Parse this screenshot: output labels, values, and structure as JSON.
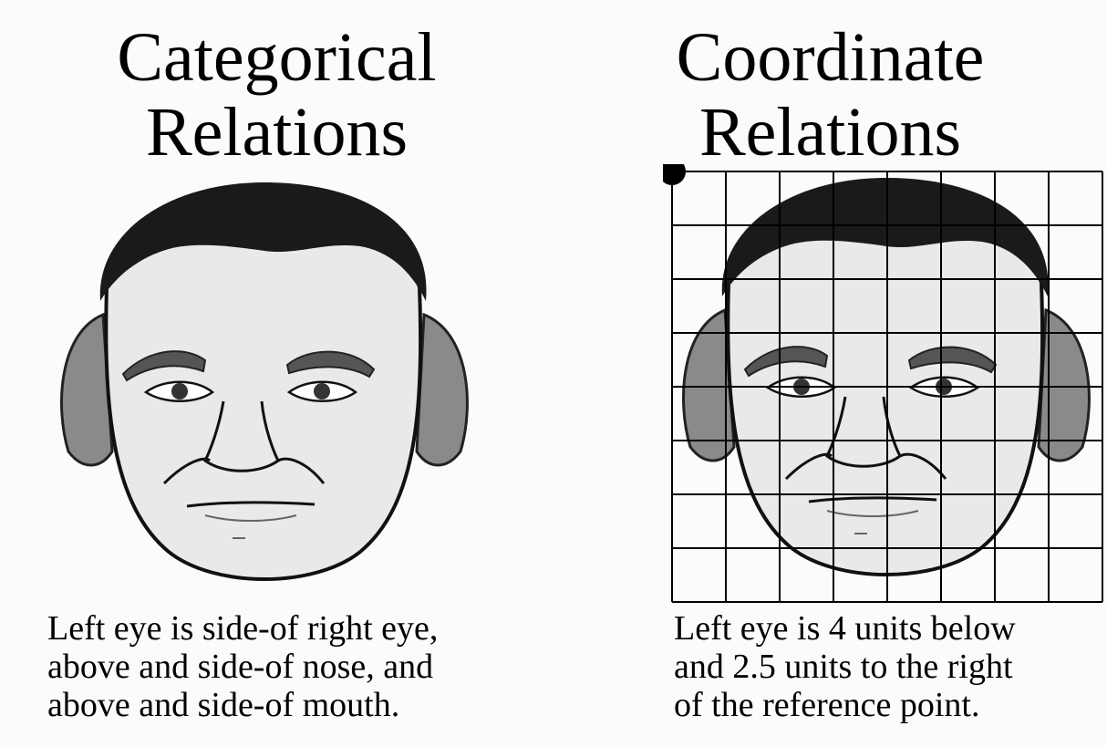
{
  "panels": [
    {
      "title_lines": [
        "Categorical",
        "Relations"
      ],
      "caption_lines": [
        "Left eye is side-of right eye,",
        "above and side-of nose, and",
        "above and side-of mouth."
      ]
    },
    {
      "title_lines": [
        "Coordinate",
        "Relations"
      ],
      "caption_lines": [
        "Left eye is 4 units below",
        "and 2.5 units to the right",
        "of the reference point."
      ]
    }
  ],
  "colors": {
    "skin": "#e9e9e9",
    "hair": "#1a1a1a",
    "side_hair": "#8a8a8a",
    "grid": "#000000"
  }
}
